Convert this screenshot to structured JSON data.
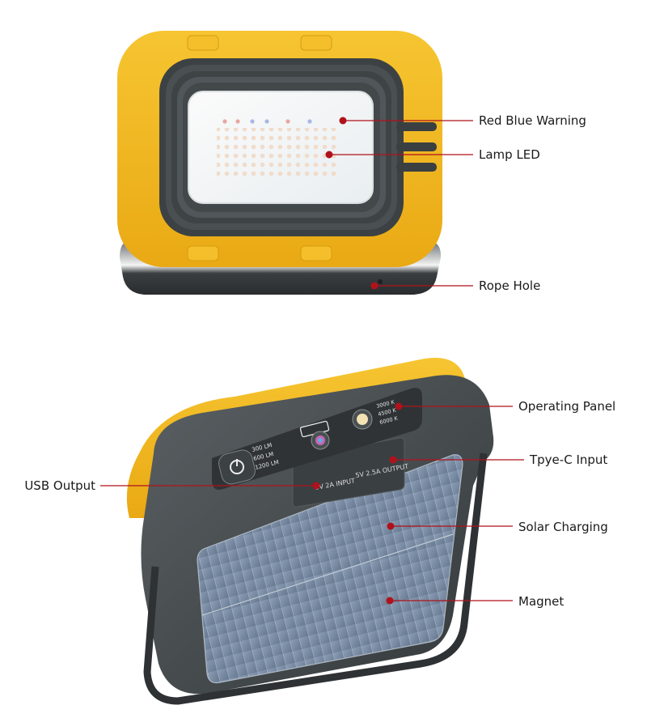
{
  "colors": {
    "housing_yellow": "#f2b51d",
    "bezel_dark": "#3f4446",
    "callout_red": "#b0121b",
    "solar_blue": "#7d8fa8"
  },
  "callouts": {
    "red_blue_warning": "Red Blue Warning",
    "lamp_led": "Lamp LED",
    "rope_hole": "Rope Hole",
    "operating_panel": "Operating Panel",
    "type_c_input": "Tpye-C Input",
    "usb_output": "USB Output",
    "solar_charging": "Solar Charging",
    "magnet": "Magnet"
  },
  "panel": {
    "brightness_levels": [
      "300 LM",
      "600 LM",
      "1200 LM"
    ],
    "color_temps": [
      "3000 K",
      "4500 K",
      "6000 K"
    ],
    "input_label": "5V 2A INPUT",
    "output_label": "5V 2.5A OUTPUT"
  },
  "icons": [
    "power-icon",
    "battery-icon",
    "mode-button-icon",
    "color-temp-button-icon"
  ]
}
